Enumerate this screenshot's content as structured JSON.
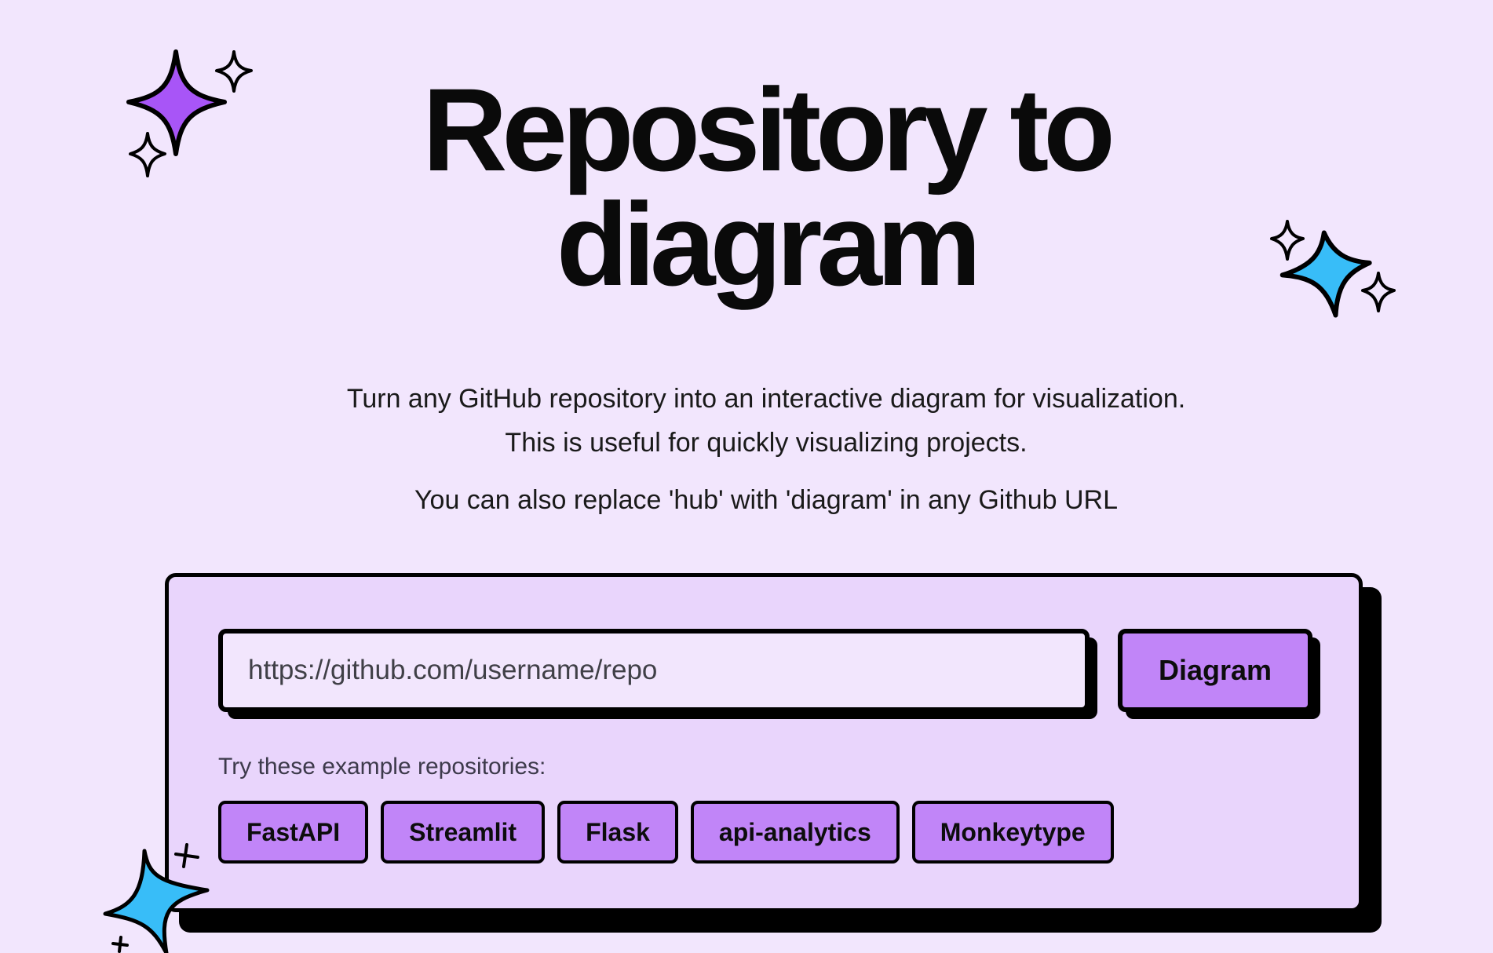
{
  "hero": {
    "title_line1": "Repository to",
    "title_line2": "diagram"
  },
  "description": {
    "line1": "Turn any GitHub repository into an interactive diagram for visualization.",
    "line2": "This is useful for quickly visualizing projects.",
    "line3": "You can also replace 'hub' with 'diagram' in any Github URL"
  },
  "form": {
    "url_placeholder": "https://github.com/username/repo",
    "submit_label": "Diagram",
    "examples_label": "Try these example repositories:",
    "examples": [
      {
        "label": "FastAPI"
      },
      {
        "label": "Streamlit"
      },
      {
        "label": "Flask"
      },
      {
        "label": "api-analytics"
      },
      {
        "label": "Monkeytype"
      }
    ]
  },
  "decorations": [
    {
      "icon": "sparkle-icon",
      "color": "#a855f7"
    },
    {
      "icon": "sparkle-icon",
      "color": "#38bdf8"
    },
    {
      "icon": "sparkle-icon",
      "color": "#38bdf8"
    }
  ],
  "colors": {
    "background": "#f2e6fd",
    "card": "#e9d5fc",
    "accent_button": "#c185f8",
    "sparkle_purple": "#a855f7",
    "sparkle_blue": "#38bdf8"
  }
}
